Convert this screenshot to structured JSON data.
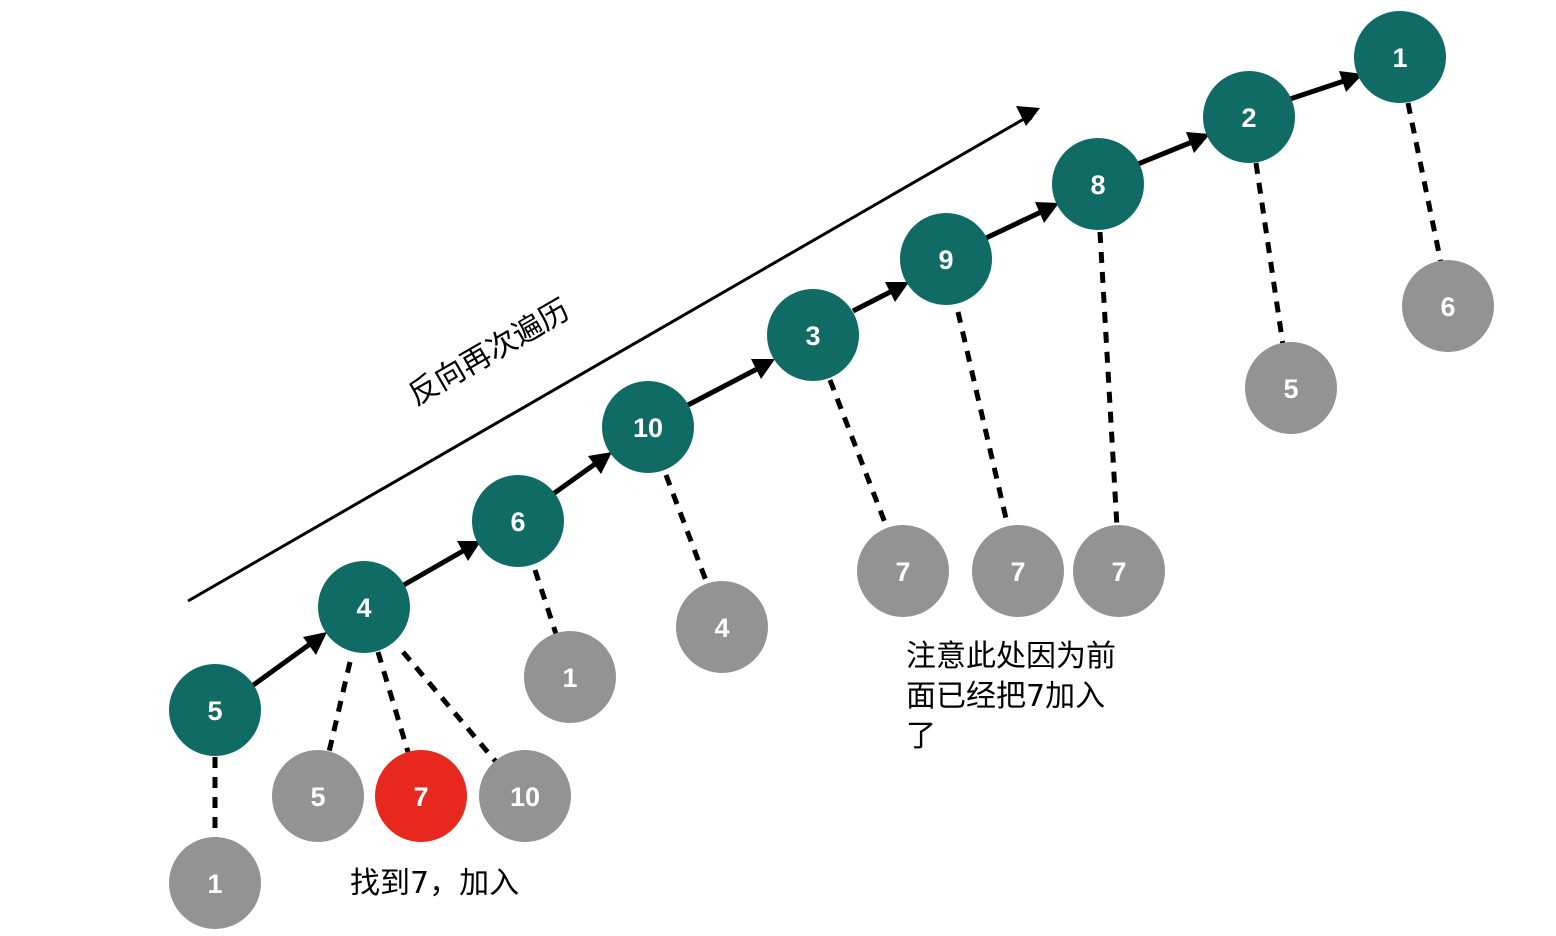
{
  "colors": {
    "main_node": "#0f6b64",
    "neighbor_node": "#939393",
    "found_node": "#e8281f",
    "text_on_node": "#ffffff",
    "line": "#000000"
  },
  "direction_label": "反向再次遍历",
  "chain_nodes": [
    "5",
    "4",
    "6",
    "10",
    "3",
    "9",
    "8",
    "2",
    "1"
  ],
  "neighbor_nodes": [
    "1",
    "5",
    "7",
    "10",
    "1",
    "4",
    "7",
    "7",
    "7",
    "5",
    "6"
  ],
  "found_node_value": "7",
  "annotations": {
    "found_note": "找到7，加入",
    "skip_note_lines": [
      "注意此处因为前",
      "面已经把7加入",
      "了"
    ]
  }
}
